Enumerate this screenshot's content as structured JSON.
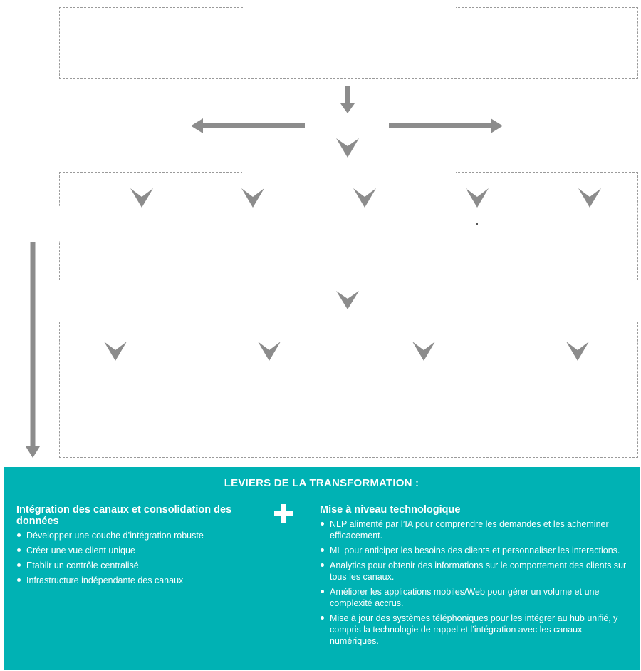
{
  "colors": {
    "teal": "#00b2b4",
    "arrow_gray": "#8c8c8c",
    "dash_gray": "#9a9a9a"
  },
  "levers": {
    "title": "LEVIERS DE LA TRANSFORMATION :",
    "plus_icon": "plus-icon",
    "left": {
      "heading": "Intégration des canaux et consolidation des données",
      "items": [
        "Développer une couche d’intégration robuste",
        "Créer une vue client unique",
        "Etablir un contrôle centralisé",
        "Infrastructure indépendante des canaux"
      ]
    },
    "right": {
      "heading": "Mise à niveau technologique",
      "items": [
        "NLP alimenté par l’IA pour comprendre les demandes et les acheminer efficacement.",
        "ML pour anticiper les besoins des clients et personnaliser les interactions.",
        "Analytics pour obtenir des informations sur le comportement des clients sur tous les canaux.",
        "Améliorer les applications mobiles/Web pour gérer un volume et une complexité accrus.",
        "Mise à jour des systèmes téléphoniques pour les intégrer au hub unifié, y compris la technologie de rappel et l’intégration avec les canaux numériques."
      ]
    }
  }
}
